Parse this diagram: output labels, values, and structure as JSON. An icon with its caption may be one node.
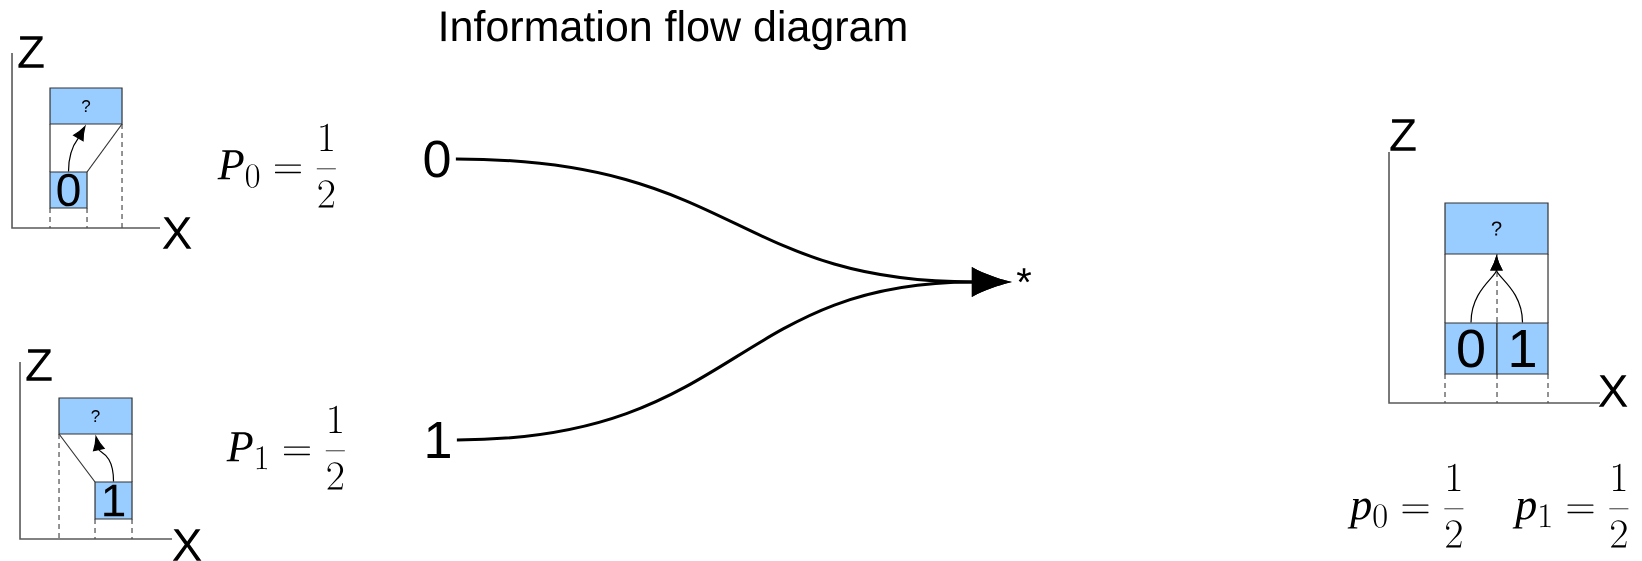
{
  "diagram": {
    "title": "Information flow diagram",
    "nodes": [
      {
        "text": [
          "0"
        ]
      },
      {
        "text": [
          "1"
        ]
      },
      {
        "text": [
          "*"
        ]
      },
      {
        "text": [
          "?"
        ]
      },
      {
        "text": [
          "0"
        ]
      },
      {
        "text": [
          "?"
        ]
      },
      {
        "text": [
          "1"
        ]
      },
      {
        "text": [
          "?"
        ]
      },
      {
        "text": [
          "0"
        ]
      },
      {
        "text": [
          "1"
        ]
      }
    ],
    "edges": [
      {
        "from": 0,
        "to": 2,
        "arrow": "to"
      },
      {
        "from": 1,
        "to": 2,
        "arrow": "to"
      },
      {
        "from": 4,
        "to": 3,
        "arrow": "to"
      },
      {
        "from": 6,
        "to": 5,
        "arrow": "to"
      },
      {
        "from": 8,
        "to": 7,
        "arrow": "to"
      },
      {
        "from": 9,
        "to": 7,
        "arrow": "to"
      }
    ],
    "labels": [
      "Z",
      "X",
      "P_{0}=\\frac{1}{2}",
      "Z",
      "X",
      "P_{1}=\\frac{1}{2}",
      "Z",
      "X",
      "p_{0}=\\frac{1}{2}",
      "p_{1}=\\frac{1}{2}"
    ]
  }
}
